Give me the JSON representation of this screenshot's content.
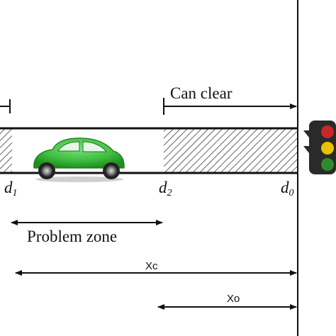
{
  "diagram": {
    "labels": {
      "can_clear": "Can clear",
      "problem_zone": "Problem zone",
      "d1": "d",
      "d1_sub": "1",
      "d2": "d",
      "d2_sub": "2",
      "d0": "d",
      "d0_sub": "0",
      "xc": "Xc",
      "xo": "Xo"
    },
    "icons": {
      "car": "car-icon",
      "traffic_light": "traffic-light-icon"
    },
    "colors": {
      "car_body": "#3fbf3f",
      "car_dark": "#1f8f1f",
      "light_red": "#c62828",
      "light_yellow": "#e6c200",
      "light_green": "#2e8b2e",
      "line": "#111111"
    }
  }
}
